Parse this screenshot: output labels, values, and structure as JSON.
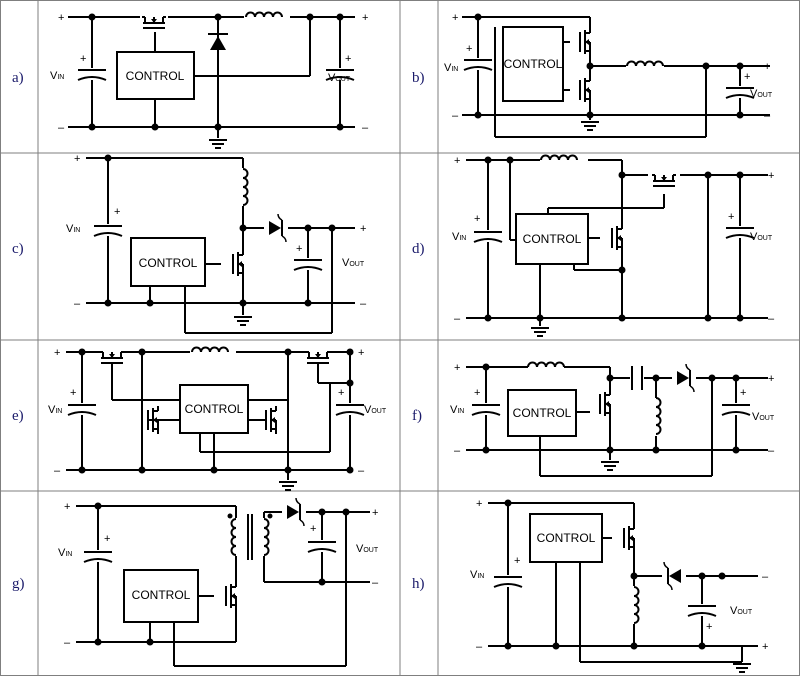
{
  "panels": [
    {
      "id": "a",
      "label": "a)",
      "control": "CONTROL",
      "vin": "V",
      "vin_sub": "IN",
      "vout": "V",
      "vout_sub": "OUT",
      "plus": "+",
      "minus": "–"
    },
    {
      "id": "b",
      "label": "b)",
      "control": "CONTROL",
      "vin": "V",
      "vin_sub": "IN",
      "vout": "V",
      "vout_sub": "OUT",
      "plus": "+",
      "minus": "–"
    },
    {
      "id": "c",
      "label": "c)",
      "control": "CONTROL",
      "vin": "V",
      "vin_sub": "IN",
      "vout": "V",
      "vout_sub": "OUT",
      "plus": "+",
      "minus": "–"
    },
    {
      "id": "d",
      "label": "d)",
      "control": "CONTROL",
      "vin": "V",
      "vin_sub": "IN",
      "vout": "V",
      "vout_sub": "OUT",
      "plus": "+",
      "minus": "–"
    },
    {
      "id": "e",
      "label": "e)",
      "control": "CONTROL",
      "vin": "V",
      "vin_sub": "IN",
      "vout": "V",
      "vout_sub": "OUT",
      "plus": "+",
      "minus": "–"
    },
    {
      "id": "f",
      "label": "f)",
      "control": "CONTROL",
      "vin": "V",
      "vin_sub": "IN",
      "vout": "V",
      "vout_sub": "OUT",
      "plus": "+",
      "minus": "–"
    },
    {
      "id": "g",
      "label": "g)",
      "control": "CONTROL",
      "vin": "V",
      "vin_sub": "IN",
      "vout": "V",
      "vout_sub": "OUT",
      "plus": "+",
      "minus": "–"
    },
    {
      "id": "h",
      "label": "h)",
      "control": "CONTROL",
      "vin": "V",
      "vin_sub": "IN",
      "vout": "V",
      "vout_sub": "OUT",
      "plus": "+",
      "minus": "–"
    }
  ],
  "colors": {
    "line": "#000000",
    "grid": "#7f7f7f",
    "label": "#1a1a6a",
    "background": "#ffffff"
  }
}
